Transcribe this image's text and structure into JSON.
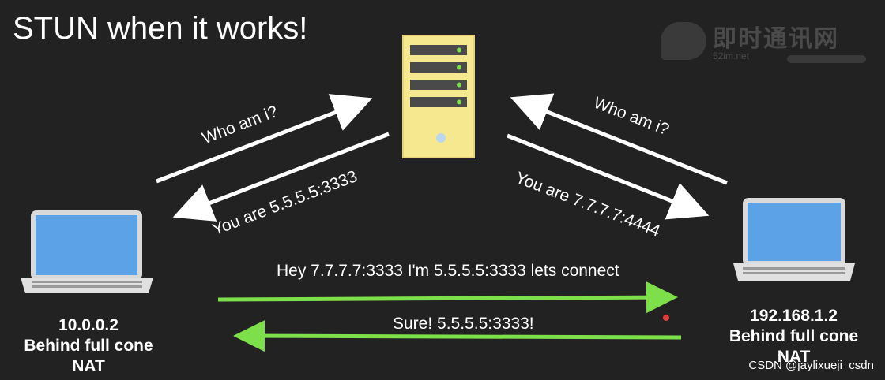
{
  "title": "STUN when it works!",
  "arrows": {
    "left_to_server": "Who am i?",
    "server_to_left": "You are 5.5.5.5:3333",
    "right_to_server": "Who am i?",
    "server_to_right": "You are 7.7.7.7:4444",
    "left_to_right": "Hey 7.7.7.7:3333 I'm 5.5.5.5:3333 lets connect",
    "right_to_left": "Sure! 5.5.5.5:3333!"
  },
  "hosts": {
    "left": {
      "ip": "10.0.0.2",
      "line2": "Behind full cone",
      "line3": "NAT"
    },
    "right": {
      "ip": "192.168.1.2",
      "line2": "Behind full cone",
      "line3": "NAT"
    }
  },
  "watermark": {
    "name": "即时通讯网",
    "sub": "52im.net"
  },
  "footer": "CSDN @jaylixueji_csdn",
  "colors": {
    "background": "#222222",
    "server": "#f6e88f",
    "screen": "#5ba3e6",
    "arrow_white": "#ffffff",
    "arrow_green": "#7de04a",
    "dot": "#e23b3b"
  }
}
